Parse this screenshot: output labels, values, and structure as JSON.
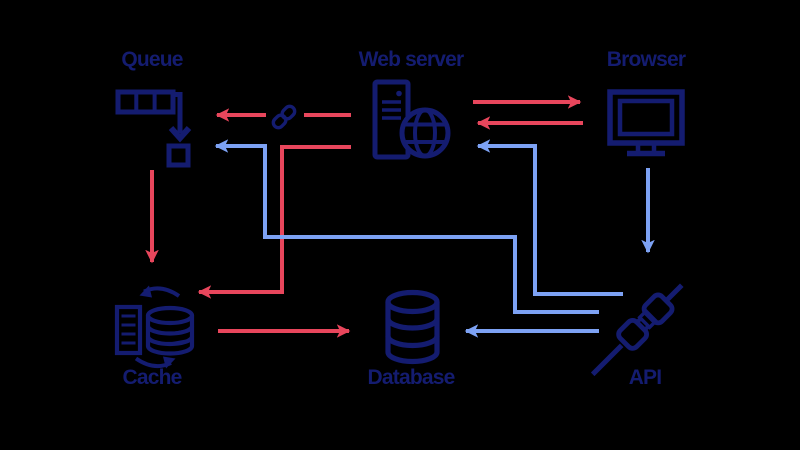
{
  "diagram": {
    "nodes": {
      "queue": {
        "label": "Queue"
      },
      "web_server": {
        "label": "Web server"
      },
      "browser": {
        "label": "Browser"
      },
      "cache": {
        "label": "Cache"
      },
      "database": {
        "label": "Database"
      },
      "api": {
        "label": "API"
      }
    },
    "connections": [
      {
        "from": "web_server",
        "to": "browser",
        "color": "red"
      },
      {
        "from": "browser",
        "to": "web_server",
        "color": "red"
      },
      {
        "from": "web_server",
        "to": "queue",
        "color": "red",
        "midline_icon": "link-icon"
      },
      {
        "from": "web_server",
        "to": "cache",
        "color": "red"
      },
      {
        "from": "queue",
        "to": "cache",
        "color": "red"
      },
      {
        "from": "cache",
        "to": "database",
        "color": "red"
      },
      {
        "from": "api",
        "to": "web_server",
        "color": "blue"
      },
      {
        "from": "api",
        "to": "queue",
        "color": "blue"
      },
      {
        "from": "api",
        "to": "database",
        "color": "blue"
      },
      {
        "from": "browser",
        "to": "api",
        "color": "blue"
      }
    ],
    "colors": {
      "background": "#000000",
      "icon_navy": "#141c70",
      "red_arrow": "#e8465c",
      "blue_arrow": "#7da2f4"
    }
  }
}
